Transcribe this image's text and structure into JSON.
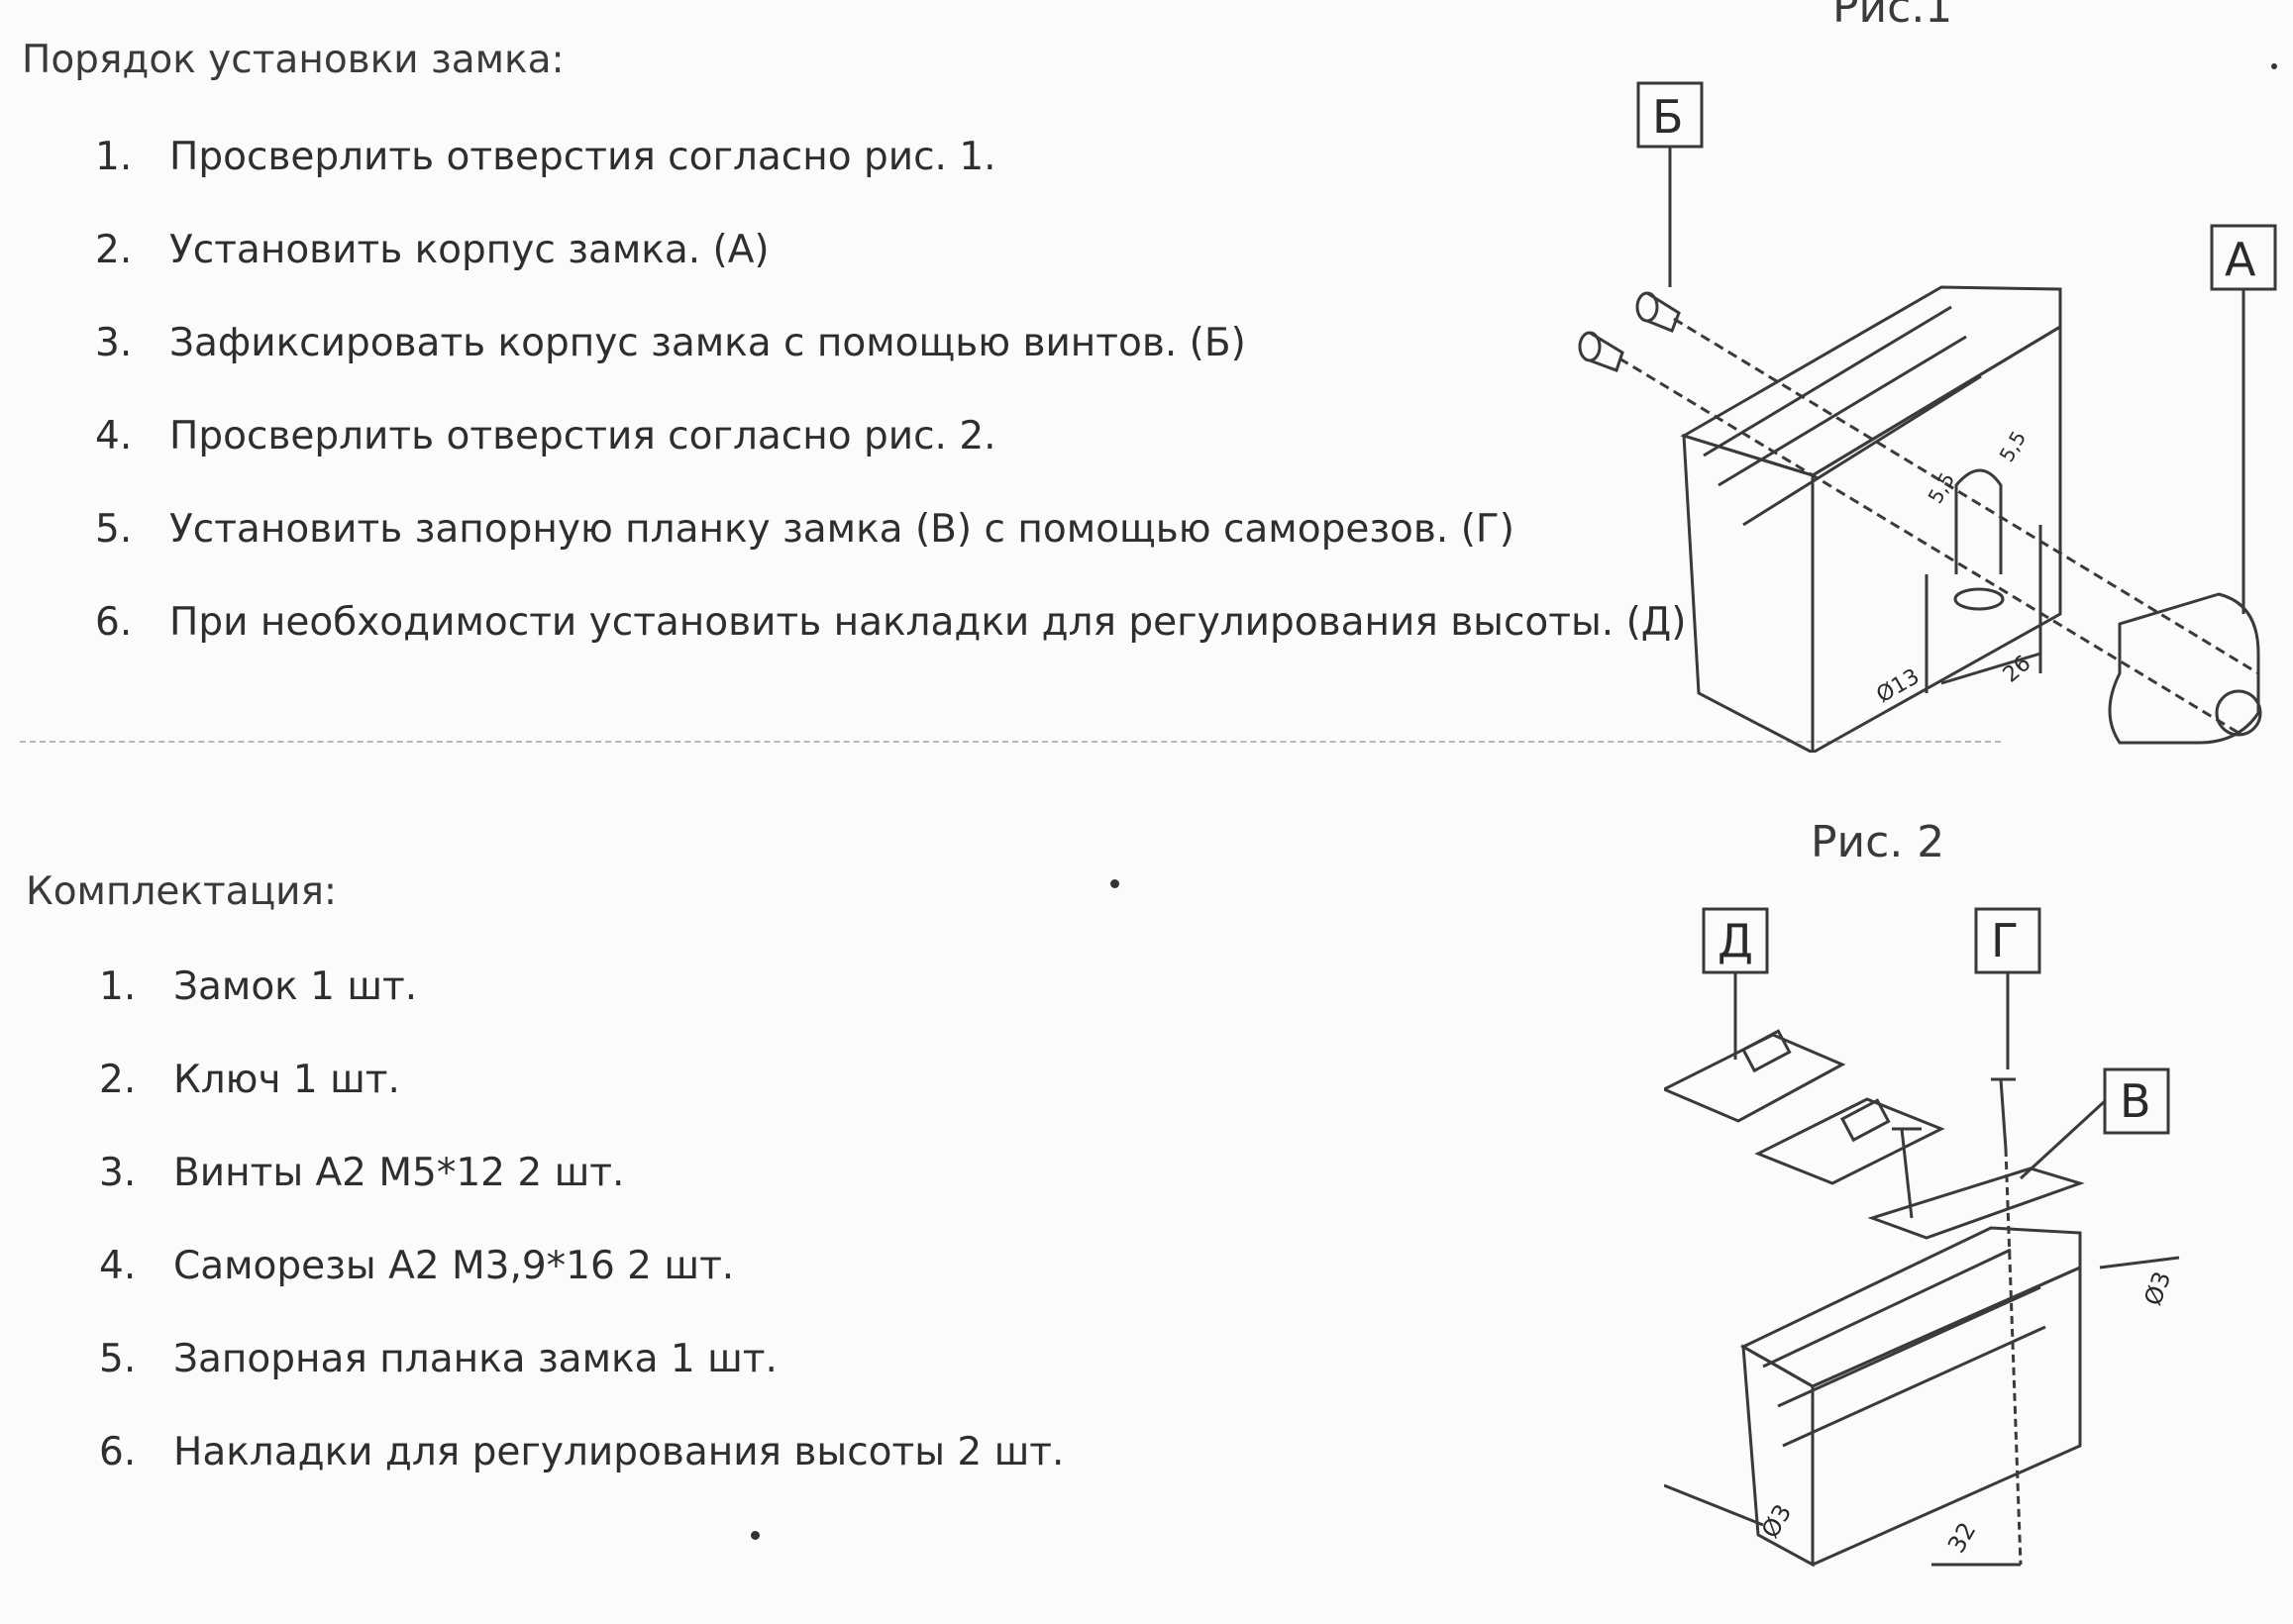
{
  "install": {
    "heading": "Порядок установки замка:",
    "steps": [
      {
        "num": "1.",
        "text": "Просверлить отверстия согласно рис. 1."
      },
      {
        "num": "2.",
        "text": "Установить корпус замка.  (А)"
      },
      {
        "num": "3.",
        "text": "Зафиксировать корпус замка с помощью винтов.  (Б)"
      },
      {
        "num": "4.",
        "text": "Просверлить отверстия согласно рис. 2."
      },
      {
        "num": "5.",
        "text": "Установить запорную планку замка (В) с помощью саморезов.  (Г)"
      },
      {
        "num": "6.",
        "text": "При необходимости установить накладки для регулирования высоты. (Д)"
      }
    ]
  },
  "kit": {
    "heading": "Комплектация:",
    "items": [
      {
        "num": "1.",
        "text": "Замок 1 шт."
      },
      {
        "num": "2.",
        "text": "Ключ  1 шт."
      },
      {
        "num": "3.",
        "text": "Винты А2 М5*12  2 шт."
      },
      {
        "num": "4.",
        "text": "Саморезы А2 М3,9*16 2 шт."
      },
      {
        "num": "5.",
        "text": "Запорная планка замка 1 шт."
      },
      {
        "num": "6.",
        "text": "Накладки для регулирования высоты 2 шт."
      }
    ]
  },
  "fig1": {
    "caption": "Рис.1",
    "label_b": "Б",
    "label_a": "А",
    "dim_55a": "5,5",
    "dim_55b": "5,5",
    "dim_13": "Ø13",
    "dim_26": "26"
  },
  "fig2": {
    "caption": "Рис. 2",
    "label_d": "Д",
    "label_g": "Г",
    "label_v": "В",
    "dim_03a": "Ø3",
    "dim_03b": "Ø3",
    "dim_32": "32"
  }
}
